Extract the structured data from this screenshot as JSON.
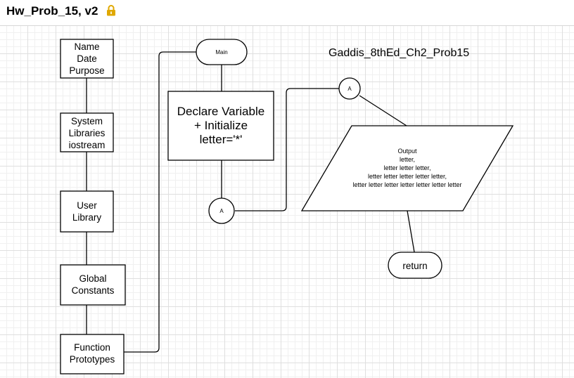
{
  "title": "Hw_Prob_15, v2",
  "icons": {
    "lock": "lock-icon"
  },
  "colors": {
    "lock": "#e0a800",
    "stroke": "#000000",
    "grid": "#dfdfdf"
  },
  "diagram": {
    "heading": "Gaddis_8thEd_Ch2_Prob15",
    "name_box": [
      "Name",
      "Date",
      "Purpose"
    ],
    "system_box": [
      "System",
      "Libraries",
      "iostream"
    ],
    "user_box": [
      "User",
      "Library"
    ],
    "global_box": [
      "Global",
      "Constants"
    ],
    "function_box": [
      "Function",
      "Prototypes"
    ],
    "main_terminal": "Main",
    "declare_box": [
      "Declare Variable",
      "+ Initialize",
      "letter='*'"
    ],
    "connector_a1": "A",
    "connector_a2": "A",
    "output_box": [
      "Output",
      "letter,",
      "letter letter letter,",
      "letter letter letter letter letter,",
      "letter letter letter letter letter letter letter"
    ],
    "return_terminal": "return"
  }
}
